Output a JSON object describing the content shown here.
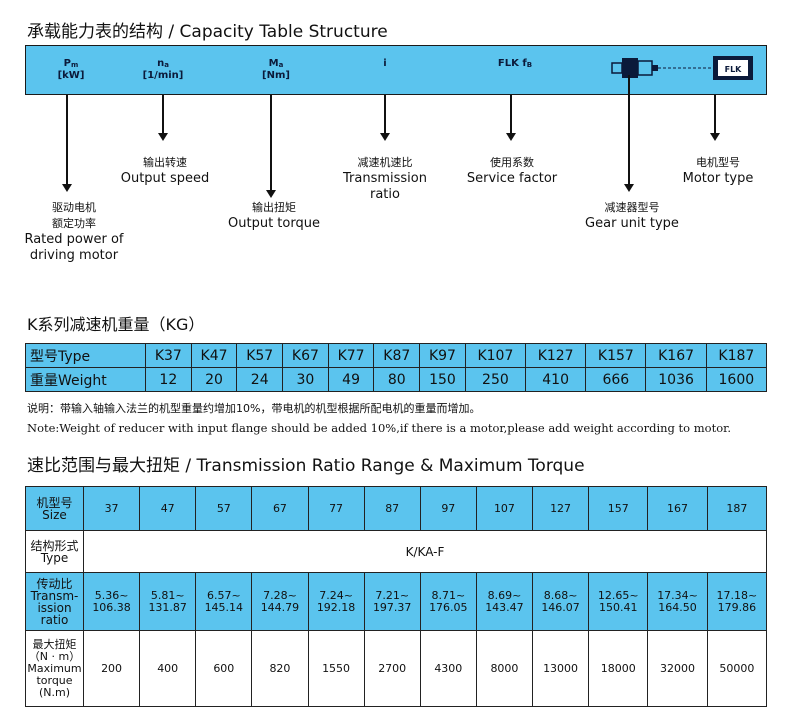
{
  "capacity": {
    "title": "承载能力表的结构 / Capacity Table Structure",
    "bar": {
      "pm": {
        "sym": "P",
        "sub": "m",
        "unit": "[kW]"
      },
      "na": {
        "sym": "n",
        "sub": "a",
        "unit": "[1/min]"
      },
      "ma": {
        "sym": "M",
        "sub": "a",
        "unit": "[Nm]"
      },
      "i": {
        "sym": "i"
      },
      "flk": {
        "sym": "FLK f",
        "sub": "B"
      },
      "motor_text": "FLK"
    },
    "labels": {
      "rated_power": {
        "cn1": "驱动电机",
        "cn2": "额定功率",
        "en1": "Rated power of",
        "en2": "driving motor"
      },
      "output_speed": {
        "cn": "输出转速",
        "en": "Output speed"
      },
      "output_torque": {
        "cn": "输出扭矩",
        "en": "Output torque"
      },
      "transmission_ratio": {
        "cn": "减速机速比",
        "en1": "Transmission",
        "en2": "ratio"
      },
      "service_factor": {
        "cn": "使用系数",
        "en": "Service factor"
      },
      "gear_unit_type": {
        "cn": "减速器型号",
        "en": "Gear unit type"
      },
      "motor_type": {
        "cn": "电机型号",
        "en": "Motor type"
      }
    }
  },
  "weight": {
    "title": "K系列减速机重量（KG）",
    "row1_head": "型号Type",
    "row2_head": "重量Weight",
    "models": [
      "K37",
      "K47",
      "K57",
      "K67",
      "K77",
      "K87",
      "K97",
      "K107",
      "K127",
      "K157",
      "K167",
      "K187"
    ],
    "weights": [
      "12",
      "20",
      "24",
      "30",
      "49",
      "80",
      "150",
      "250",
      "410",
      "666",
      "1036",
      "1600"
    ],
    "note_cn": "说明：带输入轴输入法兰的机型重量约增加10%，带电机的机型根据所配电机的重量而增加。",
    "note_en": "Note:Weight of reducer with input flange should be added 10%,if there is a motor,please add weight according to motor."
  },
  "ratio": {
    "title": "速比范围与最大扭矩 / Transmission Ratio Range & Maximum Torque",
    "size_head": {
      "cn": "机型号",
      "en": "Size"
    },
    "type_head": {
      "cn": "结构形式",
      "en": "Type"
    },
    "ratio_head": {
      "cn": "传动比",
      "en1": "Transm-",
      "en2": "ission",
      "en3": "ratio"
    },
    "torque_head": {
      "cn": "最大扭矩",
      "cn2": "（N · m）",
      "en1": "Maximum",
      "en2": "torque",
      "en3": "(N.m)"
    },
    "type_value": "K/KA-F",
    "sizes": [
      "37",
      "47",
      "57",
      "67",
      "77",
      "87",
      "97",
      "107",
      "127",
      "157",
      "167",
      "187"
    ],
    "ratio_min": [
      "5.36~",
      "5.81~",
      "6.57~",
      "7.28~",
      "7.24~",
      "7.21~",
      "8.71~",
      "8.69~",
      "8.68~",
      "12.65~",
      "17.34~",
      "17.18~"
    ],
    "ratio_max": [
      "106.38",
      "131.87",
      "145.14",
      "144.79",
      "192.18",
      "197.37",
      "176.05",
      "143.47",
      "146.07",
      "150.41",
      "164.50",
      "179.86"
    ],
    "torque": [
      "200",
      "400",
      "600",
      "820",
      "1550",
      "2700",
      "4300",
      "8000",
      "13000",
      "18000",
      "32000",
      "50000"
    ]
  },
  "colors": {
    "accent": "#5bc4ee"
  }
}
